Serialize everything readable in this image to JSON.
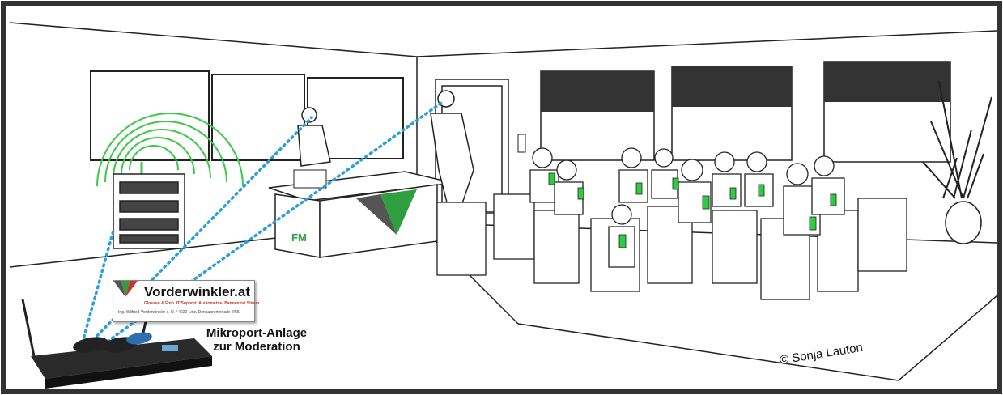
{
  "logo": {
    "title": "Vorderwinkler.at",
    "tagline": "Glossen & Foto. IT Support. Audiometrie. Bannenfrei Stimm.",
    "address": "Ing. Wilfried Vorderwinkler e. U. / 4020 Linz, Donaupromenade 7/55"
  },
  "caption": {
    "line1": "Mikroport-Anlage",
    "line2": "zur Moderation"
  },
  "desk_label": "FM",
  "copyright": "© Sonja Lauton",
  "colors": {
    "frame": "#333333",
    "signal_dots": "#2b9fd6",
    "radio_waves": "#3cc84a",
    "receiver_badges": "#2ecc40",
    "logo_green": "#2e9e3e",
    "logo_grey": "#555555"
  },
  "icons": [
    "wireless-receiver-icon",
    "microphone-icon",
    "rack-icon",
    "person-icon",
    "chair-icon",
    "plant-icon",
    "window-blind-icon",
    "door-icon"
  ]
}
